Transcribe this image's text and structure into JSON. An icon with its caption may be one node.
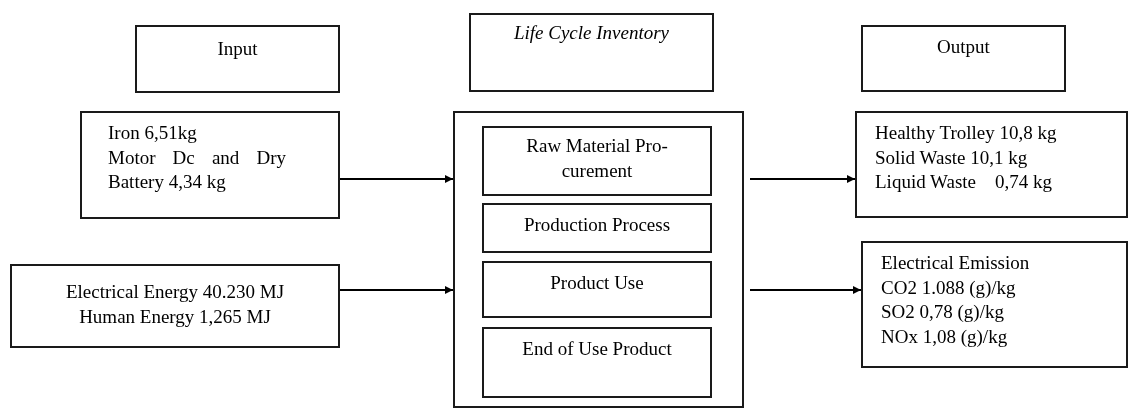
{
  "diagram": {
    "nodes": [
      {
        "text": [
          "Input"
        ]
      },
      {
        "text": [
          "Life Cycle Inventory"
        ]
      },
      {
        "text": [
          "Output"
        ]
      },
      {
        "text": [
          "Iron 6,51kg",
          "Motor Dc and Dry Battery 4,34 kg"
        ]
      },
      {
        "text": [
          "Electrical Energy 40.230 MJ",
          "Human Energy 1,265 MJ"
        ]
      },
      {
        "text": [],
        "shape": "box"
      },
      {
        "text": [
          "Raw Material Pro-curement"
        ],
        "in": 5
      },
      {
        "text": [
          "Production Process"
        ],
        "in": 5
      },
      {
        "text": [
          "Product Use"
        ],
        "in": 5
      },
      {
        "text": [
          "End of Use Product"
        ],
        "in": 5
      },
      {
        "text": [
          "Healthy Trolley 10,8 kg",
          "Solid Waste 10,1 kg",
          "Liquid Waste    0,74 kg"
        ]
      },
      {
        "text": [
          "Electrical Emission",
          "CO2 1.088 (g)/kg",
          "SO2 0,78 (g)/kg",
          "NOx 1,08 (g)/kg"
        ]
      }
    ],
    "edges": [
      {
        "from": 3,
        "to": 5,
        "arrow": "to"
      },
      {
        "from": 4,
        "to": 5,
        "arrow": "to"
      },
      {
        "from": 5,
        "to": 10,
        "arrow": "to"
      },
      {
        "from": 5,
        "to": 11,
        "arrow": "to"
      }
    ]
  }
}
